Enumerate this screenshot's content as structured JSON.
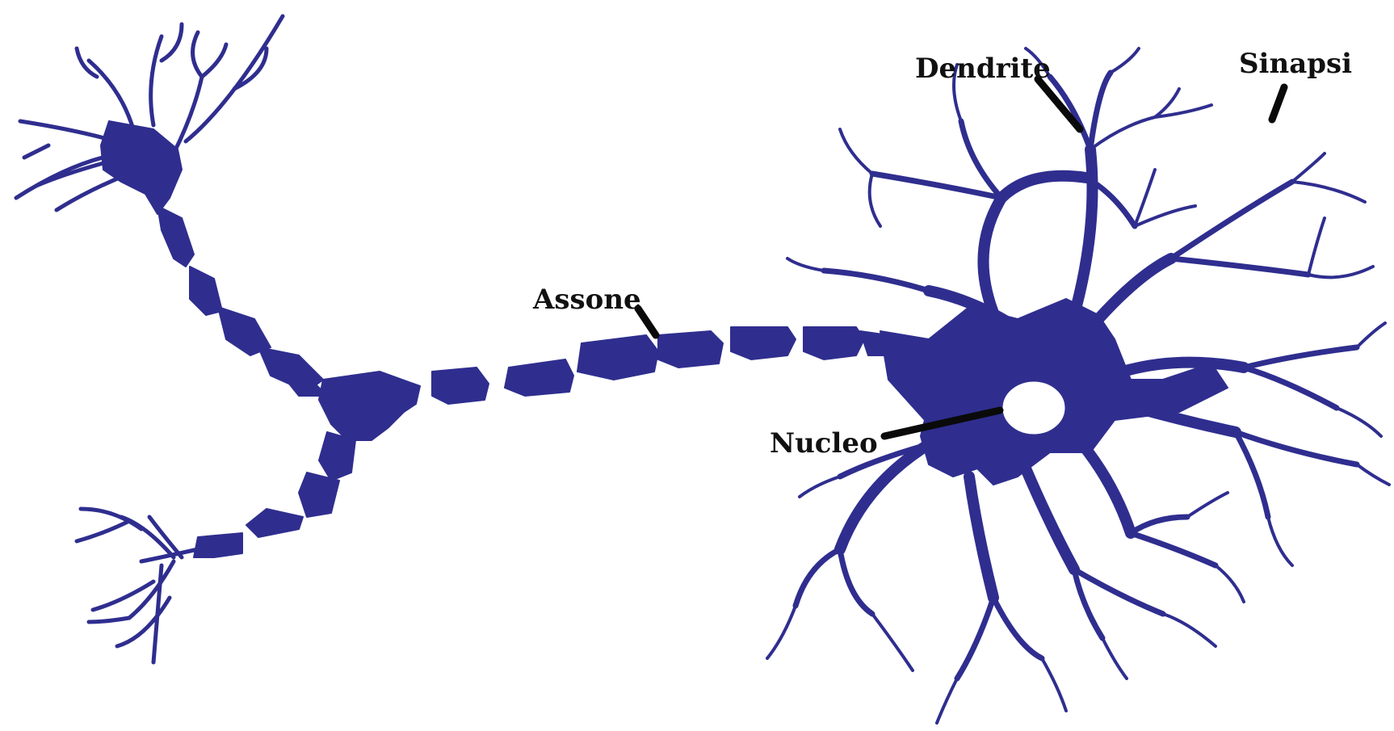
{
  "diagram": {
    "colors": {
      "neuron_fill": "#2f2e8f",
      "leader_line": "#0a0a0a",
      "background": "#ffffff",
      "nucleus": "#ffffff"
    },
    "labels": {
      "dendrite": "Dendrite",
      "sinapsi": "Sinapsi",
      "assone": "Assone",
      "nucleo": "Nucleo"
    }
  }
}
